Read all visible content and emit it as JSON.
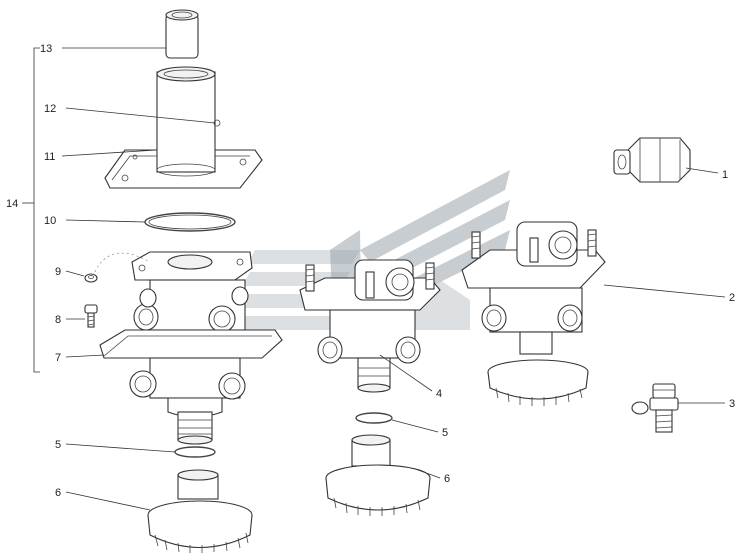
{
  "callouts": [
    {
      "id": "13",
      "text": "13"
    },
    {
      "id": "12",
      "text": "12"
    },
    {
      "id": "11",
      "text": "11"
    },
    {
      "id": "14",
      "text": "14"
    },
    {
      "id": "10",
      "text": "10"
    },
    {
      "id": "9",
      "text": "9"
    },
    {
      "id": "8",
      "text": "8"
    },
    {
      "id": "7",
      "text": "7"
    },
    {
      "id": "5a",
      "text": "5"
    },
    {
      "id": "6a",
      "text": "6"
    },
    {
      "id": "1",
      "text": "1"
    },
    {
      "id": "2",
      "text": "2"
    },
    {
      "id": "3",
      "text": "3"
    },
    {
      "id": "4",
      "text": "4"
    },
    {
      "id": "5b",
      "text": "5"
    },
    {
      "id": "6b",
      "text": "6"
    }
  ]
}
